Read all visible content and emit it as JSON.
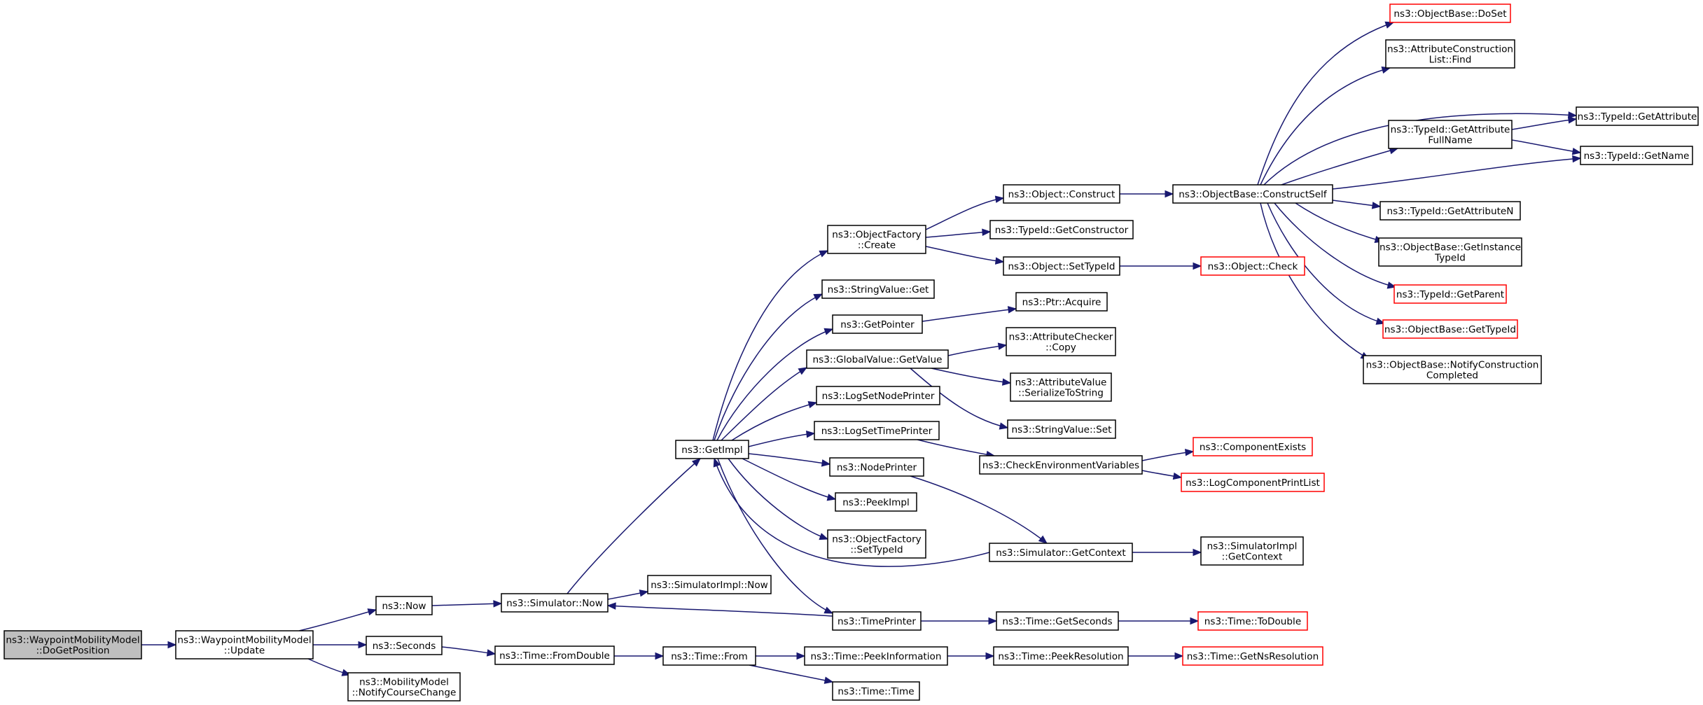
{
  "colors": {
    "edge": "#191970",
    "node_border": "#000000",
    "node_border_truncated": "#ff0000",
    "root_fill": "#bfbfbf",
    "node_fill": "#ffffff"
  },
  "nodes": [
    {
      "id": "n0",
      "lines": [
        "ns3::WaypointMobilityModel",
        "::DoGetPosition"
      ],
      "style": "root"
    },
    {
      "id": "n1",
      "lines": [
        "ns3::WaypointMobilityModel",
        "::Update"
      ],
      "style": "normal"
    },
    {
      "id": "n2",
      "lines": [
        "ns3::Now"
      ],
      "style": "normal"
    },
    {
      "id": "n3",
      "lines": [
        "ns3::Seconds"
      ],
      "style": "normal"
    },
    {
      "id": "n4",
      "lines": [
        "ns3::MobilityModel",
        "::NotifyCourseChange"
      ],
      "style": "normal"
    },
    {
      "id": "n5",
      "lines": [
        "ns3::Simulator::Now"
      ],
      "style": "normal"
    },
    {
      "id": "n6",
      "lines": [
        "ns3::Time::FromDouble"
      ],
      "style": "normal"
    },
    {
      "id": "n7",
      "lines": [
        "ns3::SimulatorImpl::Now"
      ],
      "style": "normal"
    },
    {
      "id": "n8",
      "lines": [
        "ns3::Time::From"
      ],
      "style": "normal"
    },
    {
      "id": "n9",
      "lines": [
        "ns3::GetImpl"
      ],
      "style": "normal"
    },
    {
      "id": "n10",
      "lines": [
        "ns3::ObjectFactory",
        "::Create"
      ],
      "style": "normal"
    },
    {
      "id": "n11",
      "lines": [
        "ns3::StringValue::Get"
      ],
      "style": "normal"
    },
    {
      "id": "n12",
      "lines": [
        "ns3::GetPointer"
      ],
      "style": "normal"
    },
    {
      "id": "n13",
      "lines": [
        "ns3::GlobalValue::GetValue"
      ],
      "style": "normal"
    },
    {
      "id": "n14",
      "lines": [
        "ns3::LogSetNodePrinter"
      ],
      "style": "normal"
    },
    {
      "id": "n15",
      "lines": [
        "ns3::LogSetTimePrinter"
      ],
      "style": "normal"
    },
    {
      "id": "n16",
      "lines": [
        "ns3::NodePrinter"
      ],
      "style": "normal"
    },
    {
      "id": "n17",
      "lines": [
        "ns3::PeekImpl"
      ],
      "style": "normal"
    },
    {
      "id": "n18",
      "lines": [
        "ns3::ObjectFactory",
        "::SetTypeId"
      ],
      "style": "normal"
    },
    {
      "id": "n19",
      "lines": [
        "ns3::TimePrinter"
      ],
      "style": "normal"
    },
    {
      "id": "n20",
      "lines": [
        "ns3::Time::PeekInformation"
      ],
      "style": "normal"
    },
    {
      "id": "n21",
      "lines": [
        "ns3::Time::Time"
      ],
      "style": "normal"
    },
    {
      "id": "n22",
      "lines": [
        "ns3::Object::Construct"
      ],
      "style": "normal"
    },
    {
      "id": "n23",
      "lines": [
        "ns3::TypeId::GetConstructor"
      ],
      "style": "normal"
    },
    {
      "id": "n24",
      "lines": [
        "ns3::Object::SetTypeId"
      ],
      "style": "normal"
    },
    {
      "id": "n25",
      "lines": [
        "ns3::Ptr::Acquire"
      ],
      "style": "normal"
    },
    {
      "id": "n26",
      "lines": [
        "ns3::AttributeChecker",
        "::Copy"
      ],
      "style": "normal"
    },
    {
      "id": "n27",
      "lines": [
        "ns3::AttributeValue",
        "::SerializeToString"
      ],
      "style": "normal"
    },
    {
      "id": "n28",
      "lines": [
        "ns3::StringValue::Set"
      ],
      "style": "normal"
    },
    {
      "id": "n29",
      "lines": [
        "ns3::CheckEnvironmentVariables"
      ],
      "style": "normal"
    },
    {
      "id": "n30",
      "lines": [
        "ns3::Simulator::GetContext"
      ],
      "style": "normal"
    },
    {
      "id": "n31",
      "lines": [
        "ns3::Time::GetSeconds"
      ],
      "style": "normal"
    },
    {
      "id": "n32",
      "lines": [
        "ns3::Time::PeekResolution"
      ],
      "style": "normal"
    },
    {
      "id": "n33",
      "lines": [
        "ns3::ObjectBase::ConstructSelf"
      ],
      "style": "normal"
    },
    {
      "id": "n34",
      "lines": [
        "ns3::Object::Check"
      ],
      "style": "truncated"
    },
    {
      "id": "n35",
      "lines": [
        "ns3::ComponentExists"
      ],
      "style": "truncated"
    },
    {
      "id": "n36",
      "lines": [
        "ns3::LogComponentPrintList"
      ],
      "style": "truncated"
    },
    {
      "id": "n37",
      "lines": [
        "ns3::SimulatorImpl",
        "::GetContext"
      ],
      "style": "normal"
    },
    {
      "id": "n38",
      "lines": [
        "ns3::Time::ToDouble"
      ],
      "style": "truncated"
    },
    {
      "id": "n39",
      "lines": [
        "ns3::Time::GetNsResolution"
      ],
      "style": "truncated"
    },
    {
      "id": "n40",
      "lines": [
        "ns3::ObjectBase::DoSet"
      ],
      "style": "truncated"
    },
    {
      "id": "n41",
      "lines": [
        "ns3::AttributeConstruction",
        "List::Find"
      ],
      "style": "normal"
    },
    {
      "id": "n42",
      "lines": [
        "ns3::TypeId::GetAttribute",
        "FullName"
      ],
      "style": "normal"
    },
    {
      "id": "n43",
      "lines": [
        "ns3::TypeId::GetAttributeN"
      ],
      "style": "normal"
    },
    {
      "id": "n44",
      "lines": [
        "ns3::ObjectBase::GetInstance",
        "TypeId"
      ],
      "style": "normal"
    },
    {
      "id": "n45",
      "lines": [
        "ns3::TypeId::GetParent"
      ],
      "style": "truncated"
    },
    {
      "id": "n46",
      "lines": [
        "ns3::ObjectBase::GetTypeId"
      ],
      "style": "truncated"
    },
    {
      "id": "n47",
      "lines": [
        "ns3::ObjectBase::NotifyConstruction",
        "Completed"
      ],
      "style": "normal"
    },
    {
      "id": "n48",
      "lines": [
        "ns3::TypeId::GetAttribute"
      ],
      "style": "normal"
    },
    {
      "id": "n49",
      "lines": [
        "ns3::TypeId::GetName"
      ],
      "style": "normal"
    }
  ],
  "edges": [
    [
      "n0",
      "n1"
    ],
    [
      "n1",
      "n2"
    ],
    [
      "n1",
      "n3"
    ],
    [
      "n1",
      "n4"
    ],
    [
      "n2",
      "n5"
    ],
    [
      "n3",
      "n6"
    ],
    [
      "n5",
      "n7"
    ],
    [
      "n5",
      "n9"
    ],
    [
      "n6",
      "n8"
    ],
    [
      "n8",
      "n20"
    ],
    [
      "n8",
      "n21"
    ],
    [
      "n9",
      "n10"
    ],
    [
      "n9",
      "n11"
    ],
    [
      "n9",
      "n12"
    ],
    [
      "n9",
      "n13"
    ],
    [
      "n9",
      "n14"
    ],
    [
      "n9",
      "n15"
    ],
    [
      "n9",
      "n16"
    ],
    [
      "n9",
      "n17"
    ],
    [
      "n9",
      "n18"
    ],
    [
      "n9",
      "n19"
    ],
    [
      "n10",
      "n22"
    ],
    [
      "n10",
      "n23"
    ],
    [
      "n10",
      "n24"
    ],
    [
      "n12",
      "n25"
    ],
    [
      "n13",
      "n26"
    ],
    [
      "n13",
      "n27"
    ],
    [
      "n13",
      "n28"
    ],
    [
      "n15",
      "n29"
    ],
    [
      "n16",
      "n30"
    ],
    [
      "n30",
      "n9"
    ],
    [
      "n30",
      "n37"
    ],
    [
      "n19",
      "n5"
    ],
    [
      "n19",
      "n31"
    ],
    [
      "n31",
      "n38"
    ],
    [
      "n20",
      "n32"
    ],
    [
      "n32",
      "n39"
    ],
    [
      "n22",
      "n33"
    ],
    [
      "n24",
      "n34"
    ],
    [
      "n29",
      "n35"
    ],
    [
      "n29",
      "n36"
    ],
    [
      "n33",
      "n40"
    ],
    [
      "n33",
      "n41"
    ],
    [
      "n33",
      "n48"
    ],
    [
      "n33",
      "n42"
    ],
    [
      "n33",
      "n49"
    ],
    [
      "n33",
      "n43"
    ],
    [
      "n33",
      "n44"
    ],
    [
      "n33",
      "n45"
    ],
    [
      "n33",
      "n46"
    ],
    [
      "n33",
      "n47"
    ],
    [
      "n42",
      "n48"
    ],
    [
      "n42",
      "n49"
    ]
  ]
}
